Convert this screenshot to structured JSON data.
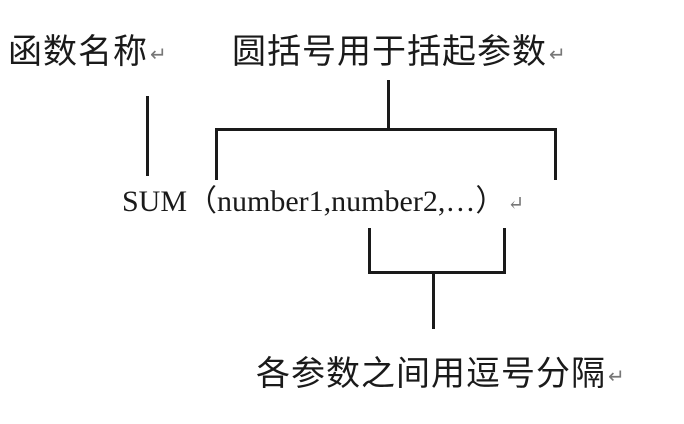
{
  "labels": {
    "function_name": "函数名称",
    "parentheses": "圆括号用于括起参数",
    "separator": "各参数之间用逗号分隔"
  },
  "formula": {
    "name": "SUM",
    "open_paren": "（",
    "args": "number1,number2,…",
    "close_paren": "）"
  },
  "paragraph_mark": "↵"
}
